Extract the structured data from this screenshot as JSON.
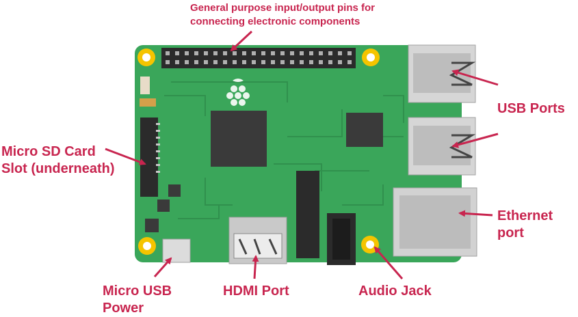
{
  "labels": {
    "gpio": [
      "General purpose input/output pins for",
      "connecting electronic components"
    ],
    "usb_ports": "USB Ports",
    "microsd": [
      "Micro SD Card",
      "Slot (underneath)"
    ],
    "ethernet": [
      "Ethernet",
      "port"
    ],
    "micro_usb": [
      "Micro USB",
      "Power"
    ],
    "hdmi": "HDMI Port",
    "audio": "Audio Jack"
  },
  "colors": {
    "label": "#c8254f",
    "board": "#3aa65a",
    "board_dark": "#2e8b4a",
    "chip": "#3a3a3a",
    "mount_hole": "#f5c400",
    "connector_silver": "#c9c9c9",
    "arrow": "#c8254f"
  }
}
